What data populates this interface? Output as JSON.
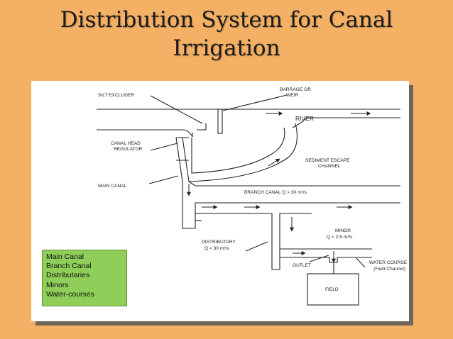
{
  "title": {
    "line1": "Distribution System for Canal",
    "line2": "Irrigation"
  },
  "labels": {
    "silt_excluder": "SILT EXCLUDER",
    "barrage_1": "BARRAGE OR",
    "barrage_2": "WEIR",
    "river": "RIVER",
    "head_reg_1": "CANAL HEAD",
    "head_reg_2": "REGULATOR",
    "sediment_1": "SEDIMENT ESCAPE",
    "sediment_2": "CHANNEL",
    "main_canal": "MAIN CANAL",
    "branch_canal": "BRANCH CANAL Q > 30 m³/s",
    "distributary_1": "DISTRIBUTARY",
    "distributary_2": "Q < 30 m³/s",
    "minor_1": "MINOR",
    "minor_2": "Q < 2.5 m³/s",
    "outlet": "OUTLET",
    "water_course_1": "WATER COURSE",
    "water_course_2": "(Field Channel)",
    "field": "FIELD"
  },
  "legend": [
    "Main Canal",
    "Branch Canal",
    "Distributaries",
    "Minors",
    "Water-courses"
  ],
  "colors": {
    "background": "#f4b064",
    "legend_fill": "#8fce59",
    "line": "#222222"
  }
}
